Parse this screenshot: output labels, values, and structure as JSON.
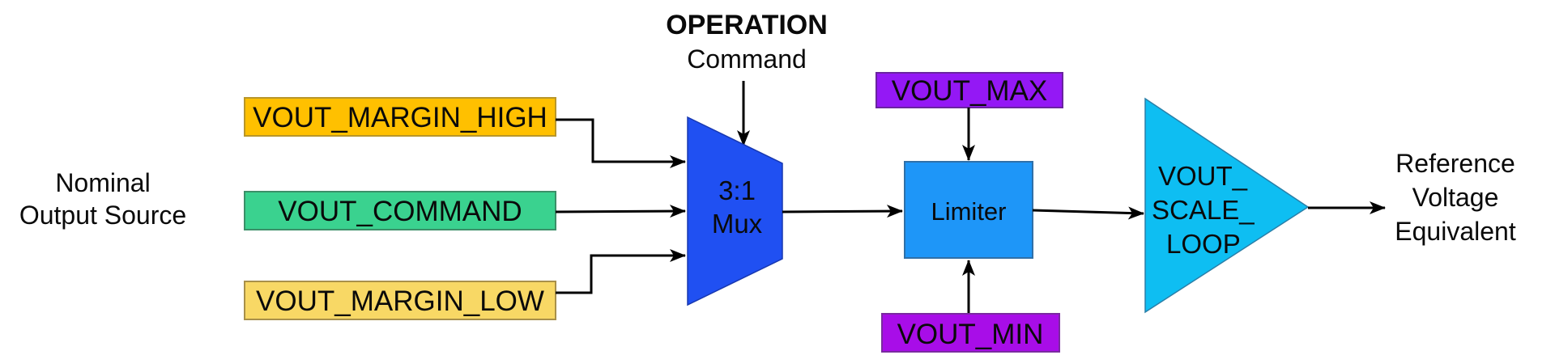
{
  "diagram": {
    "title_top": {
      "line1": "OPERATION",
      "line2": "Command"
    },
    "source_label": {
      "line1": "Nominal",
      "line2": "Output Source"
    },
    "inputs": [
      {
        "id": "margin_high",
        "label": "VOUT_MARGIN_HIGH",
        "fill": "#FFC000",
        "stroke": "#B8962A"
      },
      {
        "id": "command",
        "label": "VOUT_COMMAND",
        "fill": "#3AD28F",
        "stroke": "#3B8F68"
      },
      {
        "id": "margin_low",
        "label": "VOUT_MARGIN_LOW",
        "fill": "#F8D865",
        "stroke": "#A8904A"
      }
    ],
    "mux": {
      "line1": "3:1",
      "line2": "Mux",
      "fill": "#2050F2"
    },
    "limiter": {
      "label": "Limiter",
      "fill": "#1E96F8",
      "stroke": "#3070A8"
    },
    "limit_max": {
      "label": "VOUT_MAX",
      "fill": "#9418F5",
      "stroke": "#6A24A0"
    },
    "limit_min": {
      "label": "VOUT_MIN",
      "fill": "#A80DE8",
      "stroke": "#7A2AA0"
    },
    "scale_loop": {
      "line1": "VOUT_",
      "line2": "SCALE_",
      "line3": "LOOP",
      "fill": "#0EBEF2"
    },
    "output_label": {
      "line1": "Reference",
      "line2": "Voltage",
      "line3": "Equivalent"
    }
  }
}
